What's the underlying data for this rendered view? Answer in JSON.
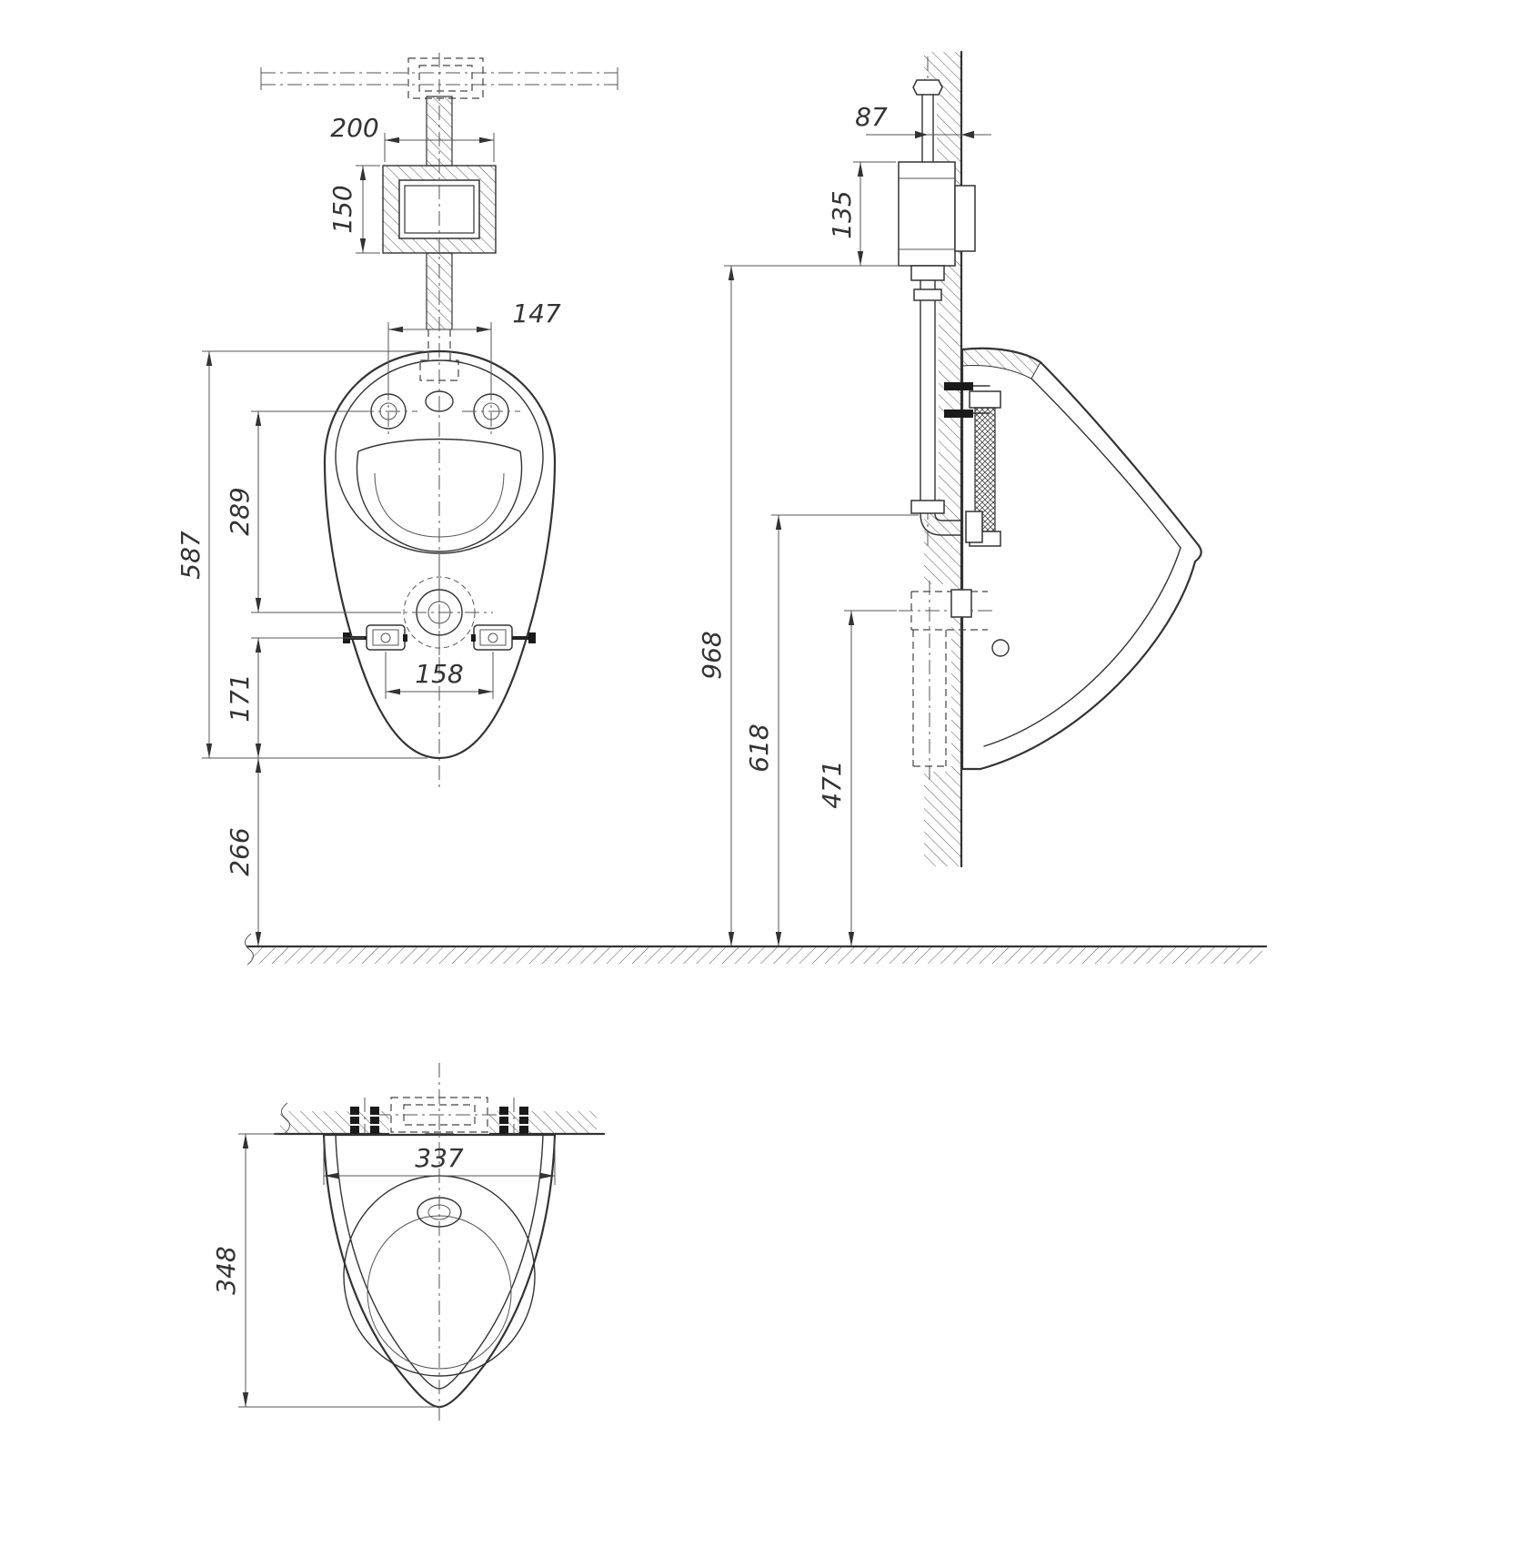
{
  "meta": {
    "type": "technical-drawing",
    "subject": "wall-hung urinal installation drawing, three orthographic views",
    "background": "#ffffff",
    "line_color": "#333333"
  },
  "views": {
    "front": "front view with concealed cistern",
    "side": "side section view on wall",
    "top": "top plan view"
  },
  "dims": {
    "cistern_width": "200",
    "cistern_height": "150",
    "hole_spacing": "147",
    "holes_to_drain": "289",
    "overall_height": "587",
    "fixings_to_bottom": "171",
    "bottom_to_floor": "266",
    "fixing_spacing": "158",
    "valve_offset": "87",
    "valve_height": "135",
    "supply_height": "968",
    "inlet_height": "618",
    "outlet_height": "471",
    "width": "337",
    "depth": "348"
  }
}
